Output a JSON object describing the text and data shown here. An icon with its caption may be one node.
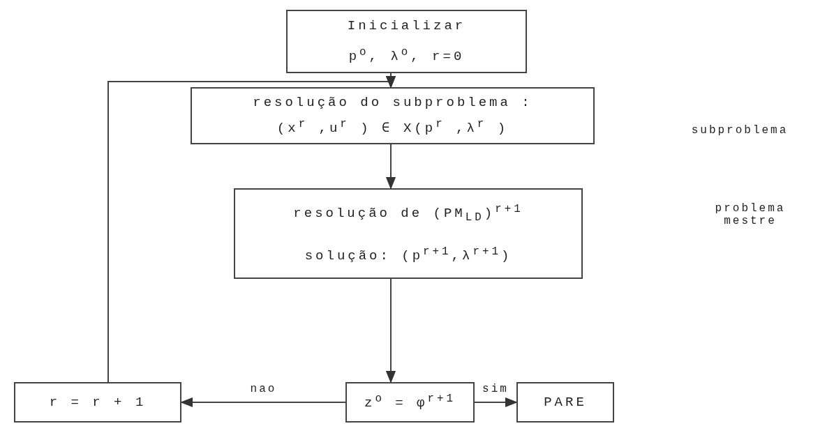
{
  "diagram": {
    "nodes": [
      {
        "text": [
          "Inicializar",
          "p$^{o}$, λ$^{o}$, r=0"
        ]
      },
      {
        "text": [
          "resolução do subproblema :",
          "(x$^{r}$ ,u$^{r}$ ) ∈ X(p$^{r}$ ,λ$^{r}$ )"
        ]
      },
      {
        "text": [
          "resolução de (PM$_{LD}$)$^{r+1}$",
          "solução: (p$^{r+1}$,λ$^{r+1}$)"
        ]
      },
      {
        "text": [
          "r = r + 1"
        ]
      },
      {
        "text": [
          "z$^{o}$ = φ$^{r+1}$"
        ]
      },
      {
        "text": [
          "PARE"
        ]
      }
    ],
    "edges": [
      {
        "from": 0,
        "to": 1,
        "arrow": "to"
      },
      {
        "from": 1,
        "to": 2,
        "arrow": "to"
      },
      {
        "from": 2,
        "to": 4,
        "arrow": "to"
      },
      {
        "from": 4,
        "to": 3,
        "arrow": "to",
        "label": "nao"
      },
      {
        "from": 4,
        "to": 5,
        "arrow": "to",
        "label": "sim"
      },
      {
        "from": 3,
        "to": 1,
        "arrow": "to"
      }
    ],
    "labels": [
      "subproblema",
      "problema mestre"
    ]
  }
}
